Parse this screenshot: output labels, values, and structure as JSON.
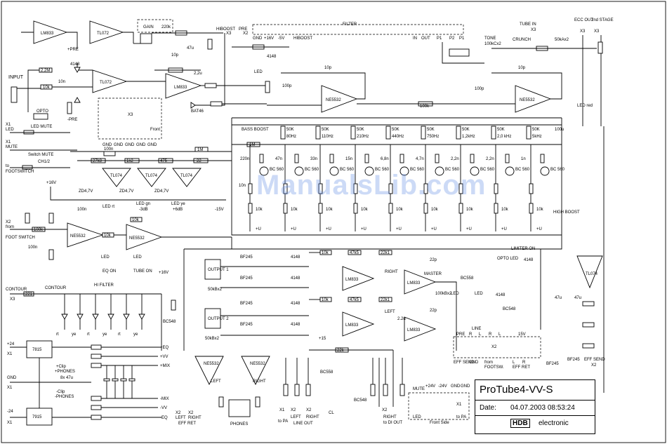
{
  "title_block": {
    "title": "ProTube4-VV-S",
    "date_label": "Date:",
    "date": "04.07.2003 08:53:24",
    "logo": "HDB",
    "company": "electronic"
  },
  "watermark": "ManualsLib.com",
  "labels": {
    "filter": "FILTER",
    "gain": "GAIN",
    "hiboost": "HIBOOST",
    "pre": "PRE",
    "tone": "TONE",
    "tone_val": "100kCx2",
    "tube_in": "TUBE IN",
    "crunch": "CRUNCH",
    "ecc_out": "ECC OUT",
    "second_stage": "2nd STAGE",
    "input": "INPUT",
    "led_mute": "LED MUTE",
    "opto": "OPTO",
    "led": "LED",
    "mute": "MUTE",
    "switch_mute": "Switch MUTE",
    "ch12": "CH1/2",
    "footswitch": "FOOTSWITCH",
    "bass_boost": "BASS BOOST",
    "contour": "CONTOUR",
    "hi_filter": "HI FILTER",
    "eq_on": "EQ ON",
    "tube_on": "TUBE ON",
    "foot_switch": "FOOT SWITCH",
    "output1": "OUTPUT 1",
    "output2": "OUTPUT 2",
    "right": "RIGHT",
    "left": "LEFT",
    "master": "MASTER",
    "limiter_on": "LIMITER ON",
    "opto_led": "OPTO LED",
    "phones": "PHONES",
    "eff_ret": "EFF RET",
    "eff_send": "EFF SEND",
    "line_out": "LINE OUT",
    "to_pa": "to PA",
    "to_di": "to DI",
    "di_out": "to DI OUT",
    "front_side": "Front Side",
    "high_boost": "HIGH BOOST",
    "led_red": "LED red",
    "phones_plus": "+PHONES",
    "phones_minus": "-PHONES",
    "gnd": "GND",
    "plus24": "+24",
    "minus24": "-24",
    "plus15": "+15",
    "minus15": "-15V",
    "plus16": "+16V",
    "plus16b": "+16V",
    "pos_eq": "+EQ",
    "neg_eq": "-EQ",
    "pos_vv": "+VV",
    "neg_vv": "-VV",
    "pos_mix": "+MIX",
    "neg_mix": "-MIX",
    "x1": "X1",
    "x2": "X2",
    "x3": "X3"
  },
  "ics": {
    "lm833_a": "LM833",
    "tl072_a": "TL072",
    "tl072_b": "TL072",
    "lm833_b": "LM833",
    "ne5532_a": "NE5532",
    "ne5532_b": "NE5532",
    "ne5532_c": "NE5532",
    "ne5532_d": "NE5532",
    "lm833_c": "LM833",
    "lm833_d": "LM833",
    "lm833_e": "LM833",
    "lm833_f": "LM833",
    "tl074": "TL074",
    "reg_pos": "7815",
    "reg_neg": "7915",
    "ne5532_l": "NE5532",
    "ne5532_r": "NE5532"
  },
  "eq_bands": [
    "80Hz",
    "110Hz",
    "210Hz",
    "440Hz",
    "750Hz",
    "1,2kHz",
    "2,0 kHz",
    "5kHz"
  ],
  "eq_caps": [
    "220n",
    "47n",
    "33n",
    "15n",
    "6,8n",
    "4,7n",
    "2,2n",
    "2,2n",
    "1n"
  ],
  "components": {
    "r_10k": "10k",
    "r_2m2": "2.2M",
    "r_100k": "100k",
    "r_1m": "1M",
    "r_47k": "47k",
    "r_220": "220",
    "c_10n": "10n",
    "c_100n": "100n",
    "c_10p": "10p",
    "c_47u": "47u",
    "c_22u": "2,2u",
    "d_4148": "4148",
    "d_bat46": "BAT46",
    "bc560": "BC 560",
    "bf245": "BF245",
    "bc558": "BC558",
    "bc548": "BC548",
    "zd": "ZD4,7V",
    "pot_50k": "50K",
    "pot_gain": "220k",
    "pot_50kb": "50kBx2",
    "pot_100k": "100kBx2",
    "cap_8x": "8x 47u"
  }
}
